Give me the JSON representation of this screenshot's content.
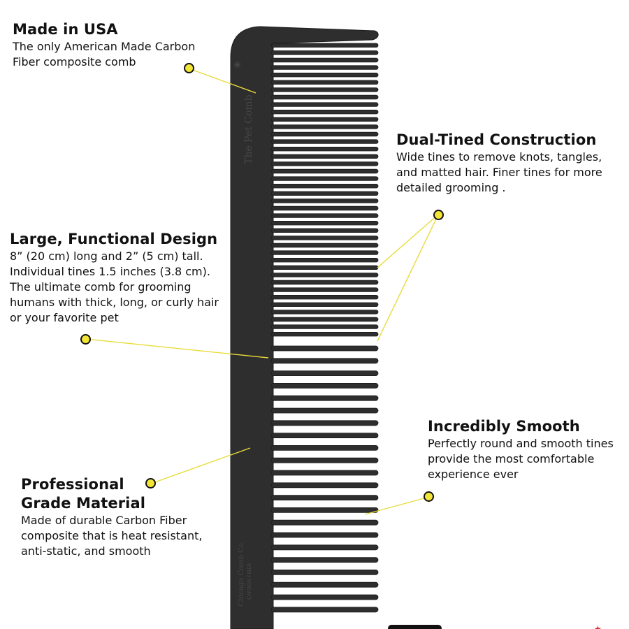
{
  "comb": {
    "brand_text": "The Pet Comb",
    "stamp_text": "Chicago Comb Co.",
    "stamp_subtext": "CARBON FIBER"
  },
  "colors": {
    "comb_fill": "#2e2e2e",
    "comb_edge": "#1c1c1c",
    "marker_fill": "#f3e536",
    "leader_line": "#e8dc3a",
    "text": "#111111"
  },
  "callouts": {
    "made_in_usa": {
      "title": "Made in USA",
      "body": "The only American Made Carbon\nFiber composite comb"
    },
    "dual_tined": {
      "title": "Dual-Tined Construction",
      "body": "Wide tines to remove knots, tangles,\nand matted hair. Finer tines for more\ndetailed grooming ."
    },
    "large_design": {
      "title": "Large, Functional Design",
      "body": "8” (20 cm) long and 2” (5 cm) tall.\nIndividual tines 1.5 inches (3.8 cm).\nThe ultimate comb for grooming\nhumans with thick, long, or curly hair\nor your favorite pet"
    },
    "professional": {
      "title": "Professional\nGrade Material",
      "body": "Made of durable Carbon Fiber\ncomposite that is heat resistant,\nanti-static, and smooth"
    },
    "smooth": {
      "title": "Incredibly Smooth",
      "body": "Perfectly round and smooth tines\nprovide the most comfortable\nexperience ever"
    }
  }
}
